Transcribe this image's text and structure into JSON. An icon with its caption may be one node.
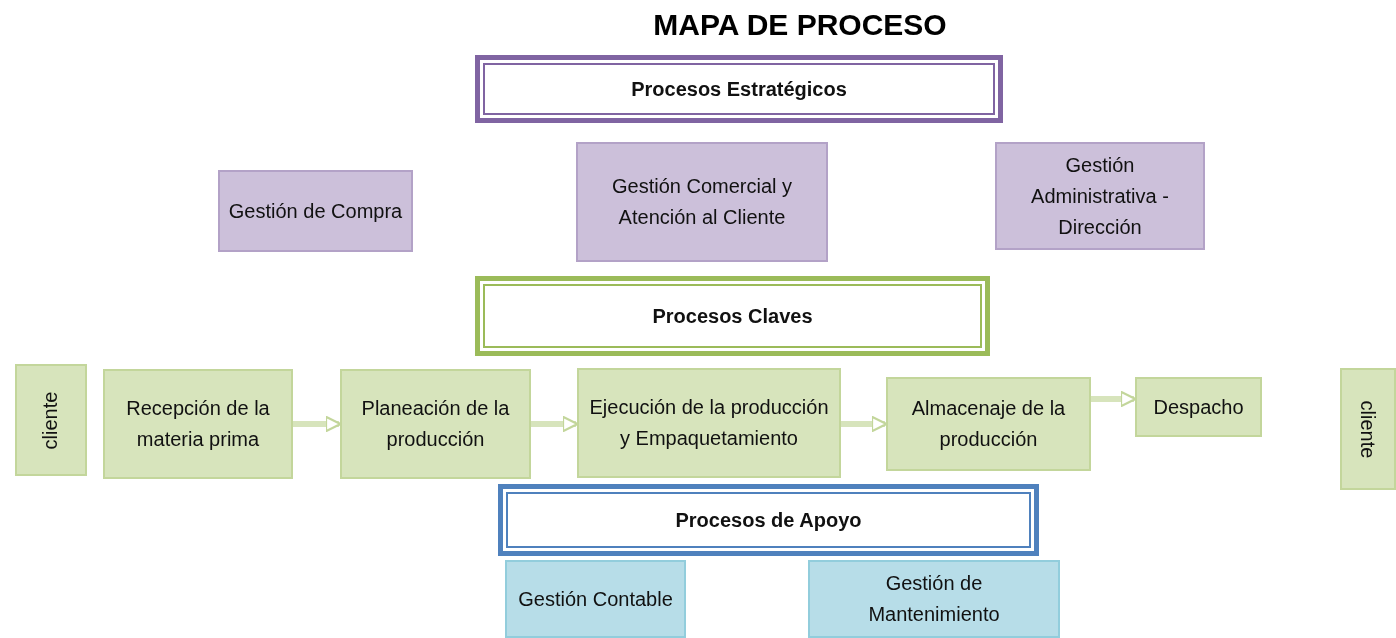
{
  "diagram": {
    "title": "MAPA DE PROCESO",
    "nodes": [
      {
        "text": [
          "Procesos Estratégicos"
        ]
      },
      {
        "text": [
          "Gestión de Compra"
        ]
      },
      {
        "text": [
          "Gestión Comercial y Atención al Cliente"
        ]
      },
      {
        "text": [
          "Gestión Administrativa - Dirección"
        ]
      },
      {
        "text": [
          "Procesos Claves"
        ]
      },
      {
        "text": [
          "cliente"
        ]
      },
      {
        "text": [
          "Recepción de la materia prima"
        ]
      },
      {
        "text": [
          "Planeación de la producción"
        ]
      },
      {
        "text": [
          "Ejecución de la producción y Empaquetamiento"
        ]
      },
      {
        "text": [
          "Almacenaje de la producción"
        ]
      },
      {
        "text": [
          "Despacho"
        ]
      },
      {
        "text": [
          "cliente"
        ]
      },
      {
        "text": [
          "Procesos de Apoyo"
        ]
      },
      {
        "text": [
          "Gestión Contable"
        ]
      },
      {
        "text": [
          "Gestión de Mantenimiento"
        ]
      }
    ],
    "edges": [
      {
        "from": 6,
        "to": 7,
        "arrow": "to"
      },
      {
        "from": 7,
        "to": 8,
        "arrow": "to"
      },
      {
        "from": 8,
        "to": 9,
        "arrow": "to"
      },
      {
        "from": 9,
        "to": 10,
        "arrow": "to"
      }
    ]
  }
}
